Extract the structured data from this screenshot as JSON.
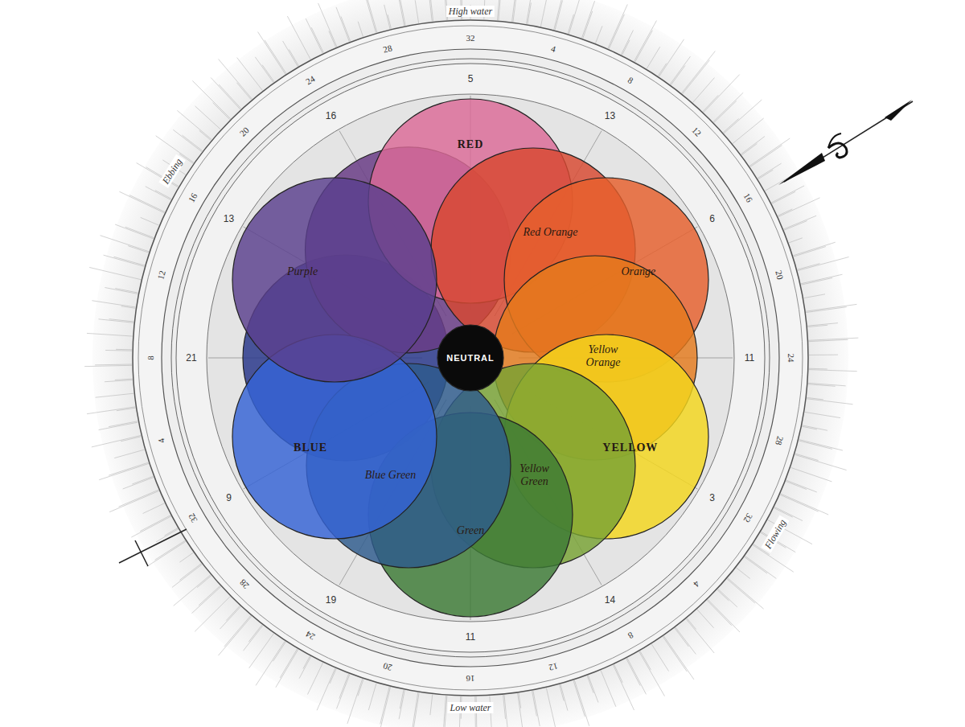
{
  "diagram": {
    "nodes": [
      {
        "text": [
          "RED"
        ]
      },
      {
        "text": [
          "Red Orange"
        ]
      },
      {
        "text": [
          "Orange"
        ]
      },
      {
        "text": [
          "Yellow Orange"
        ]
      },
      {
        "text": [
          "YELLOW"
        ]
      },
      {
        "text": [
          "Yellow Green"
        ]
      },
      {
        "text": [
          "Green"
        ]
      },
      {
        "text": [
          "Blue Green"
        ]
      },
      {
        "text": [
          "BLUE"
        ]
      },
      {
        "text": [
          "Purple"
        ]
      },
      {
        "text": [
          "NEUTRAL"
        ]
      }
    ],
    "labels": [
      "High water",
      "Low water",
      "Ebbing",
      "Flowing",
      "32",
      "4",
      "8",
      "12",
      "16",
      "20",
      "24",
      "28",
      "32",
      "4",
      "8",
      "12",
      "16",
      "20",
      "24",
      "28",
      "32",
      "4",
      "8",
      "12",
      "16",
      "20",
      "24",
      "28",
      "5",
      "13",
      "6",
      "11",
      "3",
      "14",
      "11",
      "19",
      "9",
      "21",
      "13",
      "16"
    ]
  }
}
